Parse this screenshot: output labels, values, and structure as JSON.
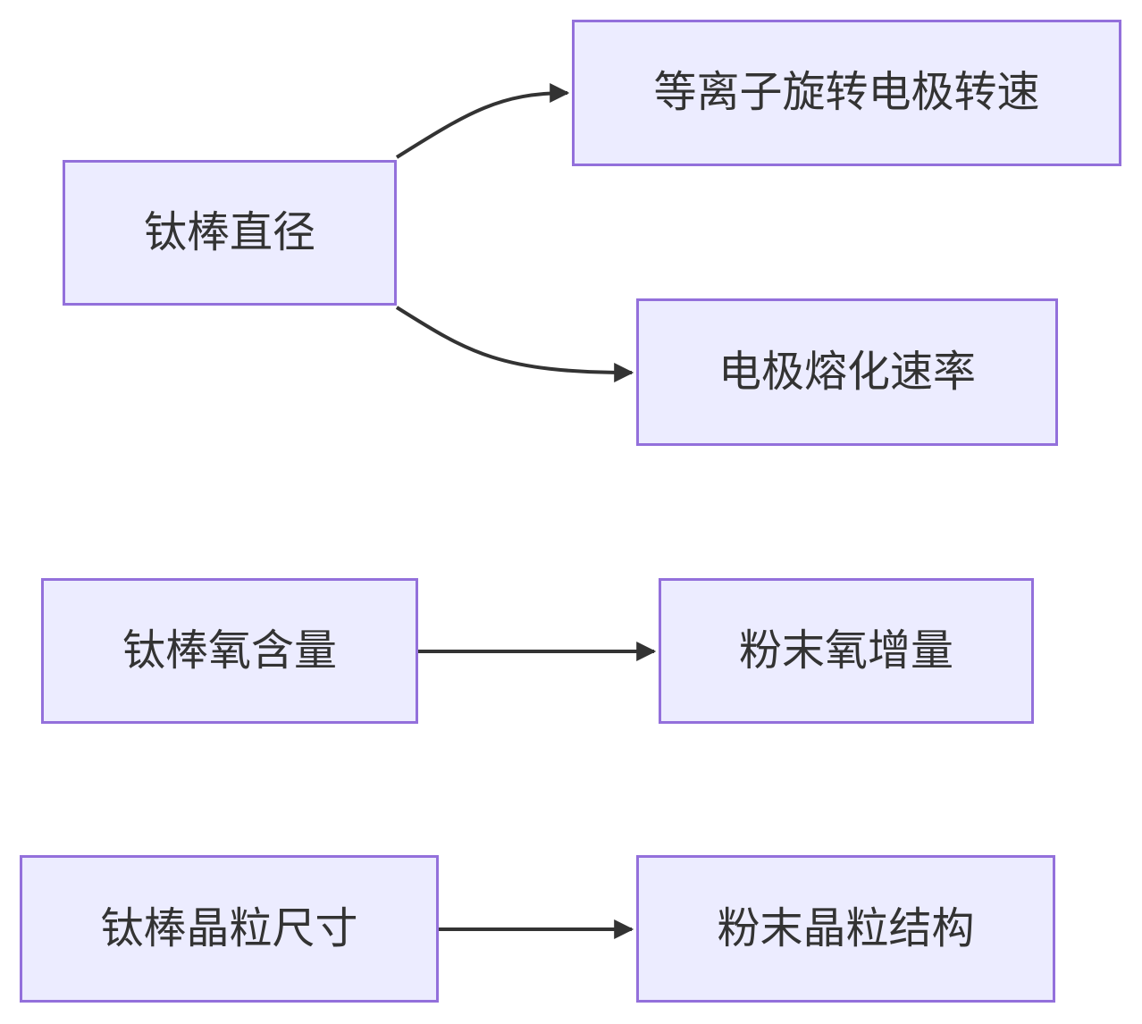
{
  "style": {
    "node_fill": "#ECECFF",
    "node_border": "#9370DB",
    "edge_color": "#333333",
    "text_color": "#333333",
    "background": "#ffffff"
  },
  "diagram": {
    "type": "flowchart",
    "nodes": [
      {
        "id": "titanium-rod-diameter",
        "label": "钛棒直径"
      },
      {
        "id": "plasma-rotating-electrode-speed",
        "label": "等离子旋转电极转速"
      },
      {
        "id": "electrode-melting-rate",
        "label": "电极熔化速率"
      },
      {
        "id": "titanium-rod-oxygen-content",
        "label": "钛棒氧含量"
      },
      {
        "id": "powder-oxygen-increase",
        "label": "粉末氧增量"
      },
      {
        "id": "titanium-rod-grain-size",
        "label": "钛棒晶粒尺寸"
      },
      {
        "id": "powder-grain-structure",
        "label": "粉末晶粒结构"
      }
    ],
    "edges": [
      {
        "from": "钛棒直径",
        "to": "等离子旋转电极转速",
        "style": "curved-arrow"
      },
      {
        "from": "钛棒直径",
        "to": "电极熔化速率",
        "style": "curved-arrow"
      },
      {
        "from": "钛棒氧含量",
        "to": "粉末氧增量",
        "style": "straight-arrow"
      },
      {
        "from": "钛棒晶粒尺寸",
        "to": "粉末晶粒结构",
        "style": "straight-arrow"
      }
    ]
  }
}
